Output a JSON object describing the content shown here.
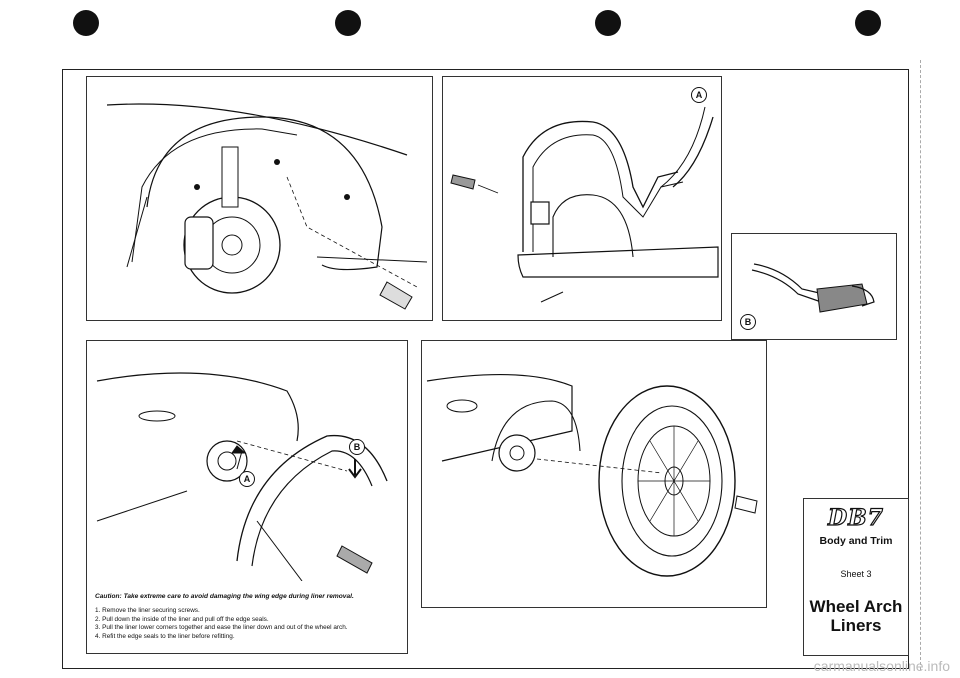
{
  "page": {
    "sheet_logo": "DB7",
    "section": "Body and Trim",
    "sheet": "Sheet 3",
    "title_line1": "Wheel Arch",
    "title_line2": "Liners",
    "watermark": "carmanualsonline.info"
  },
  "markers": {
    "a": "A",
    "b": "B"
  },
  "instructions": {
    "caution": "Caution: Take extreme care to avoid damaging the wing edge during liner removal.",
    "steps": [
      "1. Remove the liner securing screws.",
      "2. Pull down the inside of the liner and pull off the edge seals.",
      "3. Pull the liner lower corners together and ease the liner down and out of the wheel arch.",
      "4. Refit the edge seals to the liner before refitting."
    ]
  }
}
